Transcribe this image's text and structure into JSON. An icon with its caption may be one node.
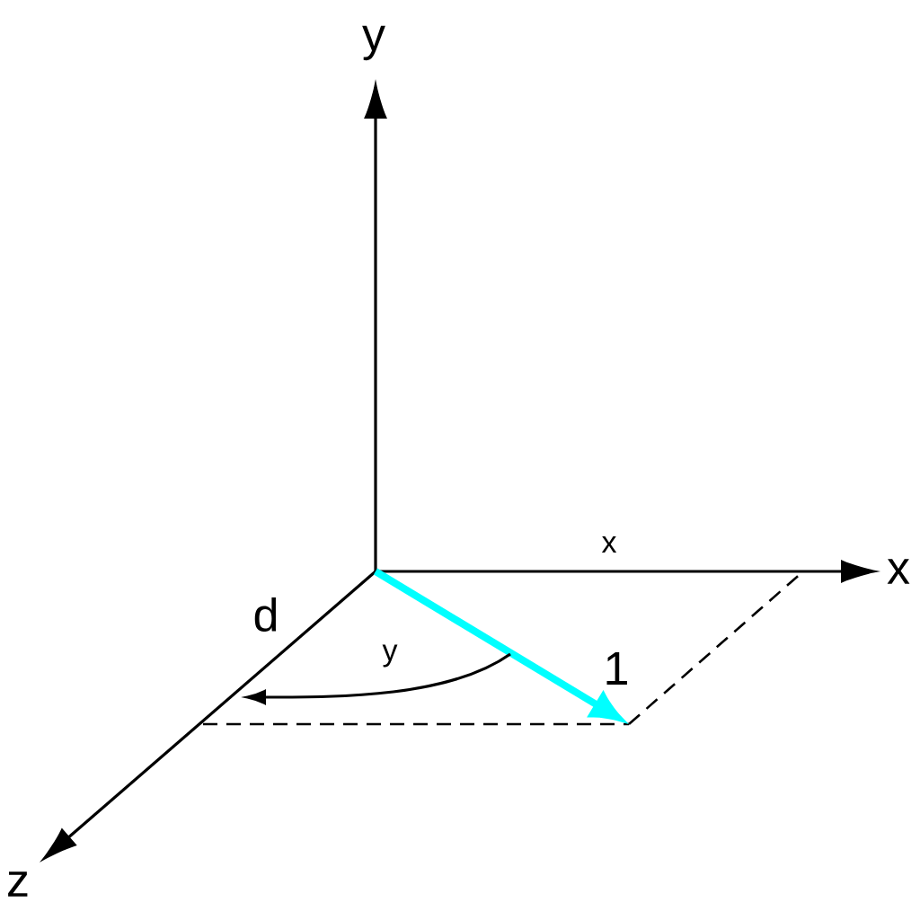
{
  "diagram": {
    "labels": [
      "y",
      "x",
      "z",
      "x",
      "d",
      "y",
      "1"
    ]
  }
}
